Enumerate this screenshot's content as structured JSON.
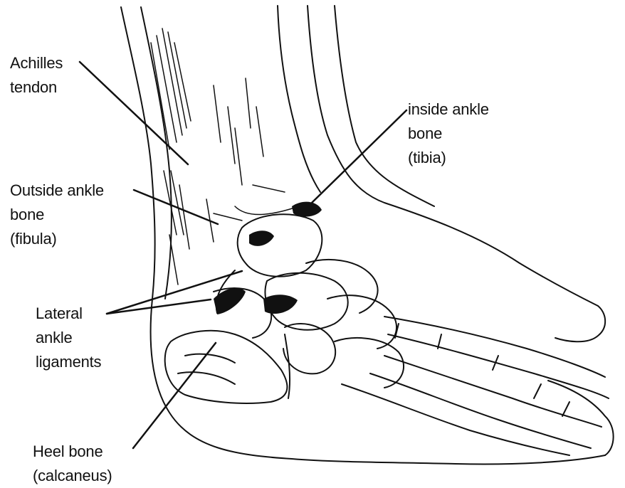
{
  "labels": {
    "achilles": [
      "Achilles",
      "tendon"
    ],
    "inside": [
      "inside ankle",
      "bone",
      "(tibia)"
    ],
    "outside": [
      "Outside ankle",
      "bone",
      "(fibula)"
    ],
    "lateral": [
      "Lateral",
      "ankle",
      "ligaments"
    ],
    "heel": [
      "Heel bone",
      "(calcaneus)"
    ]
  },
  "colors": {
    "ink": "#111111",
    "background": "#ffffff"
  }
}
